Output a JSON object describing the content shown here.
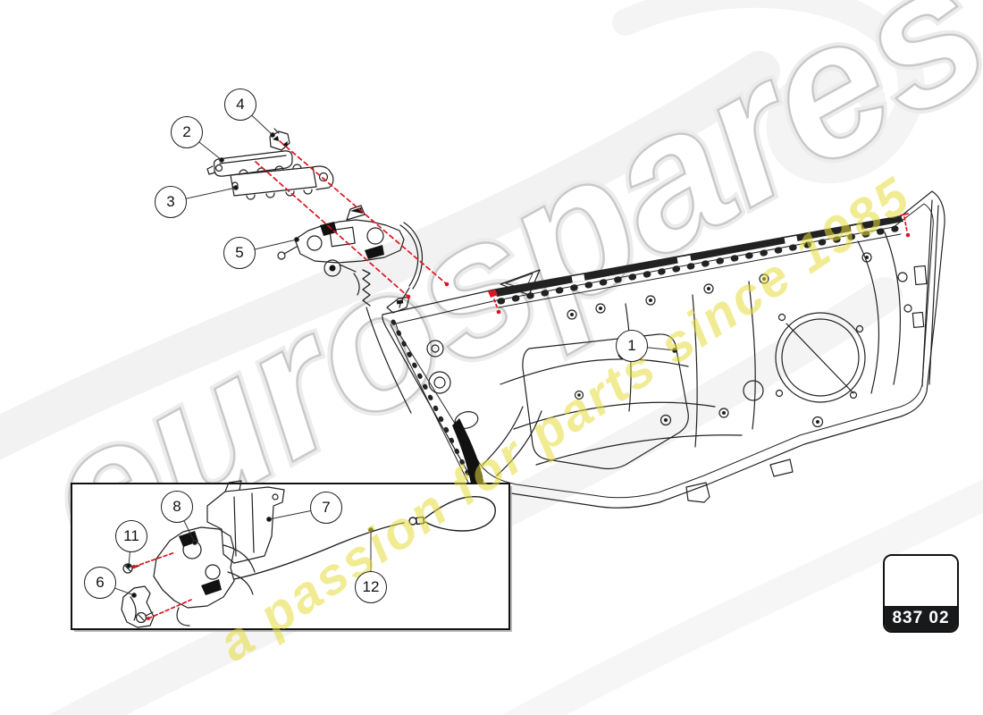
{
  "watermark": {
    "brand": "eurospares",
    "tagline": "a passion for parts since 1985"
  },
  "colors": {
    "highlight_red": "#dd1620",
    "watermark_yellow": "#e6dd3c",
    "watermark_gray": "#c9c9c9",
    "line_ink": "#1f1f1f"
  },
  "diagram": {
    "part_code": "837 02",
    "callouts": [
      {
        "label": "1"
      },
      {
        "label": "2"
      },
      {
        "label": "3"
      },
      {
        "label": "4"
      },
      {
        "label": "5"
      },
      {
        "label": "6"
      },
      {
        "label": "7"
      },
      {
        "label": "8"
      },
      {
        "label": "11"
      },
      {
        "label": "12"
      }
    ]
  }
}
